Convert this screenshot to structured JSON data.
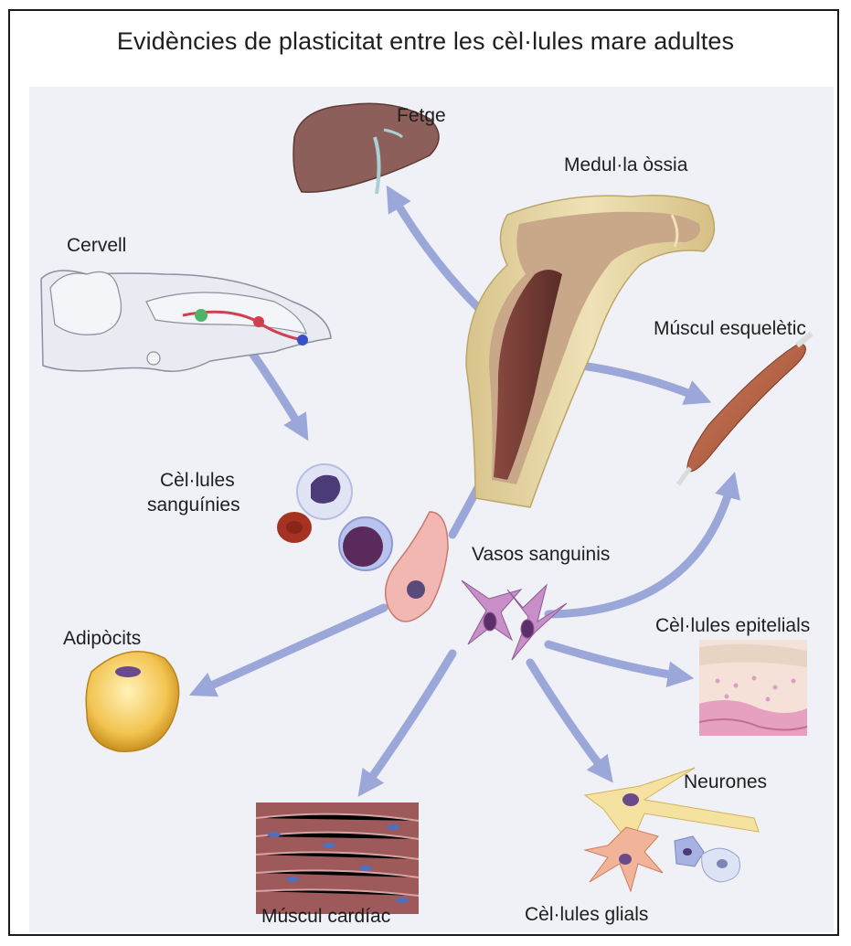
{
  "title": "Evidències de plasticitat entre les cèl·lules mare adultes",
  "labels": {
    "fetge": "Fetge",
    "medulla": "Medul·la òssia",
    "cervell": "Cervell",
    "muscul_esqueletic": "Múscul esquelètic",
    "cellules_sanguinies_1": "Cèl·lules",
    "cellules_sanguinies_2": "sanguínies",
    "vasos": "Vasos sanguinis",
    "adipocits": "Adipòcits",
    "epitelials": "Cèl·lules epitelials",
    "neurones": "Neurones",
    "muscul_cardiac": "Múscul cardíac",
    "glials": "Cèl·lules glials"
  },
  "colors": {
    "arrow": "#9aa7d8",
    "panel": "#f0f1f6",
    "liver": "#8c5f5a",
    "bone": "#e8d9a6",
    "muscle": "#b8674a",
    "fat": "#f0c04a"
  }
}
